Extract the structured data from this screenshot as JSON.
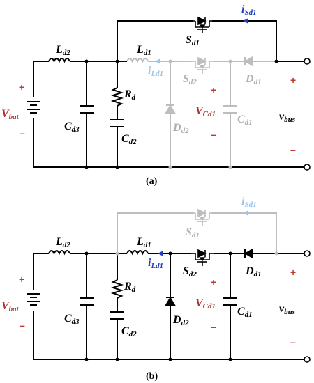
{
  "colors": {
    "wire": "#000000",
    "inactive": "#bdbdbd",
    "label": "#000000",
    "label_inactive": "#b0b0b0",
    "polarity": "#c0392b",
    "current": "#1f3fbf",
    "current_inactive": "#9fc6e8",
    "voltage_red": "#b03030"
  },
  "panels": [
    {
      "caption": "(a)",
      "labels": {
        "Ld2": {
          "main": "L",
          "sub": "d2"
        },
        "Ld1": {
          "main": "L",
          "sub": "d1"
        },
        "Sd1": {
          "main": "S",
          "sub": "d1"
        },
        "Sd2": {
          "main": "S",
          "sub": "d2"
        },
        "Dd1": {
          "main": "D",
          "sub": "d1"
        },
        "Dd2": {
          "main": "D",
          "sub": "d2"
        },
        "Cd3": {
          "main": "C",
          "sub": "d3"
        },
        "Cd2": {
          "main": "C",
          "sub": "d2"
        },
        "Cd1": {
          "main": "C",
          "sub": "d1"
        },
        "Rd": {
          "main": "R",
          "sub": "d"
        },
        "Vbat": {
          "main": "V",
          "sub": "bat"
        },
        "VCd1": {
          "main": "V",
          "sub": "Cd1"
        },
        "vbus": {
          "main": "v",
          "sub": "bus"
        },
        "iLd1": {
          "main": "i",
          "sub": "Ld1"
        },
        "iSd1": {
          "main": "i",
          "sub": "Sd1"
        }
      },
      "polarity": {
        "plus": "+",
        "minus": "–"
      }
    },
    {
      "caption": "(b)",
      "labels": {
        "Ld2": {
          "main": "L",
          "sub": "d2"
        },
        "Ld1": {
          "main": "L",
          "sub": "d1"
        },
        "Sd1": {
          "main": "S",
          "sub": "d1"
        },
        "Sd2": {
          "main": "S",
          "sub": "d2"
        },
        "Dd1": {
          "main": "D",
          "sub": "d1"
        },
        "Dd2": {
          "main": "D",
          "sub": "d2"
        },
        "Cd3": {
          "main": "C",
          "sub": "d3"
        },
        "Cd2": {
          "main": "C",
          "sub": "d2"
        },
        "Cd1": {
          "main": "C",
          "sub": "d1"
        },
        "Rd": {
          "main": "R",
          "sub": "d"
        },
        "Vbat": {
          "main": "V",
          "sub": "bat"
        },
        "VCd1": {
          "main": "V",
          "sub": "Cd1"
        },
        "vbus": {
          "main": "v",
          "sub": "bus"
        },
        "iLd1": {
          "main": "i",
          "sub": "Ld1"
        },
        "iSd1": {
          "main": "i",
          "sub": "Sd1"
        }
      },
      "polarity": {
        "plus": "+",
        "minus": "–"
      }
    }
  ]
}
